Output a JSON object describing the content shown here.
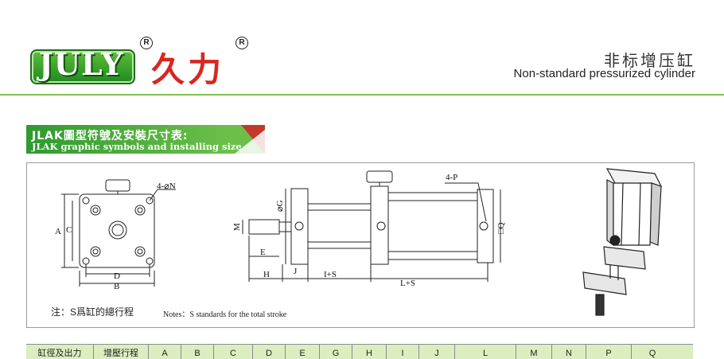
{
  "brand": {
    "logo_text": "JULY",
    "registered_mark": "R",
    "chinese_name": "久力"
  },
  "header": {
    "title_cn": "非标增压缸",
    "title_en": "Non-standard pressurized cylinder"
  },
  "section": {
    "title_cn": "JLAK圖型符號及安裝尺寸表:",
    "title_en": "JLAK graphic symbols and installing size"
  },
  "drawing_labels": {
    "front": [
      "4-⌀N",
      "A",
      "C",
      "D",
      "B"
    ],
    "side": [
      "⌀G",
      "M",
      "E",
      "H",
      "J",
      "I+S",
      "L+S",
      "4-P",
      "□Q"
    ]
  },
  "note": {
    "cn": "注：S爲缸的總行程",
    "en": "Notes：S standards for the total stroke"
  },
  "table": {
    "headers": [
      "缸徑及出力",
      "增壓行程",
      "A",
      "B",
      "C",
      "D",
      "E",
      "G",
      "H",
      "I",
      "J",
      "L",
      "M",
      "N",
      "P",
      "Q"
    ]
  },
  "colors": {
    "green_accent": "#7cc14f",
    "brand_red": "#d8261f",
    "table_header_bg": "#dceec0"
  }
}
